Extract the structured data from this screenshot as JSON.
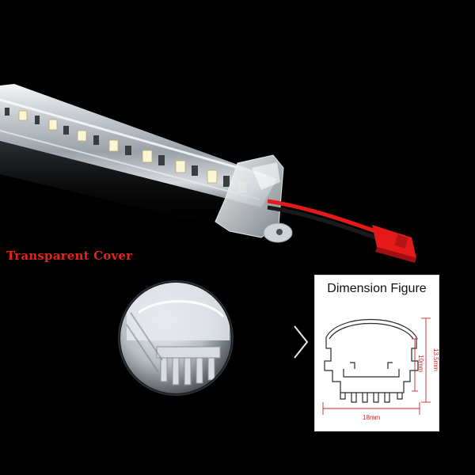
{
  "labels": {
    "transparent_cover": "Transparent Cover",
    "dimension_title": "Dimension Figure",
    "width": "18mm",
    "height_outer": "13.5mm",
    "height_inner": "10mm"
  },
  "colors": {
    "background": "#000000",
    "label_red": "#e0241b",
    "dimension_red": "#d22222",
    "wire_red": "#e4191a",
    "cover_silver": "#c9ced3"
  }
}
